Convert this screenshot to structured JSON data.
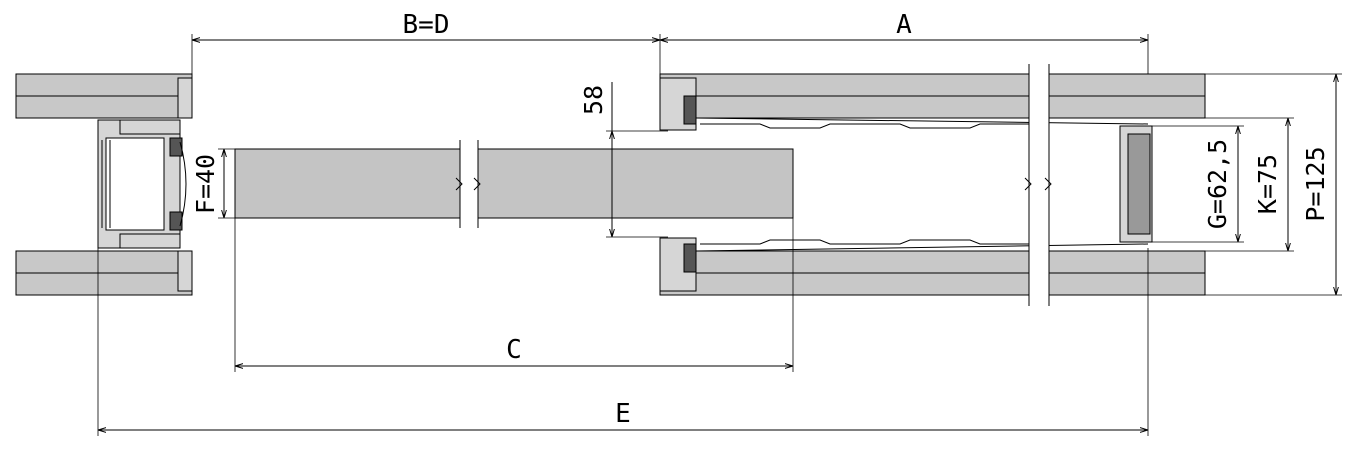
{
  "drawing": {
    "labels": {
      "b_eq_d": "B=D",
      "a": "A",
      "c": "C",
      "e": "E",
      "f": "F=40",
      "g": "G=62,5",
      "k": "K=75",
      "p": "P=125",
      "gap": "58"
    },
    "colors": {
      "wall_fill": "#c8c8c8",
      "leaf_fill": "#c4c4c4",
      "line": "#000000"
    }
  }
}
